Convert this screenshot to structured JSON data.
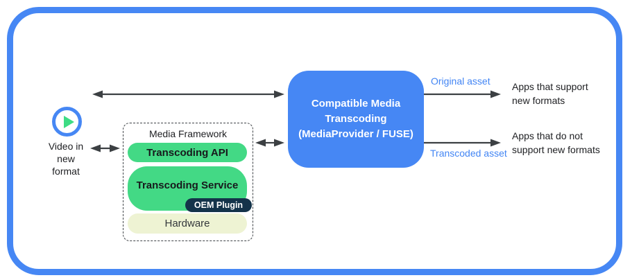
{
  "colors": {
    "accent_blue": "#4687f4",
    "label_blue": "#4285f4",
    "green": "#43d985",
    "dark_navy": "#14334a",
    "cream": "#eef3d3",
    "arrow_gray": "#3c4043",
    "play_triangle_green": "#3ddc84"
  },
  "video_source": {
    "icon": "play-icon",
    "label_lines": [
      "Video in",
      "new",
      "format"
    ]
  },
  "media_framework": {
    "title": "Media Framework",
    "layers": [
      {
        "label": "Transcoding API"
      },
      {
        "label": "Transcoding Service",
        "badge": "OEM Plugin"
      },
      {
        "label": "Hardware"
      }
    ]
  },
  "transcoder": {
    "label_lines": [
      "Compatible Media",
      "Transcoding",
      "(MediaProvider / FUSE)"
    ]
  },
  "outputs": [
    {
      "asset_label": "Original asset",
      "app_lines": [
        "Apps that support",
        "new formats"
      ]
    },
    {
      "asset_label": "Transcoded asset",
      "app_lines": [
        "Apps that do not",
        "support new formats"
      ]
    }
  ]
}
